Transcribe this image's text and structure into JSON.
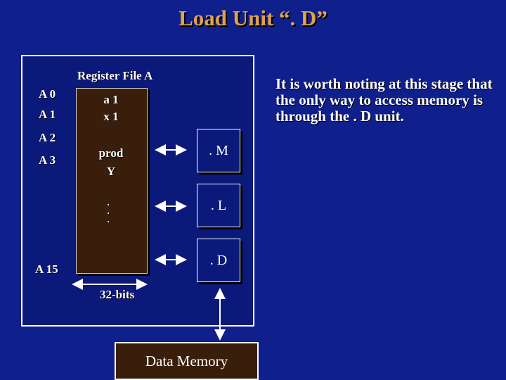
{
  "title": "Load Unit “. D”",
  "register_file": {
    "label": "Register File A",
    "rows": [
      "A 0",
      "A 1",
      "A 2",
      "A 3",
      "A 15"
    ],
    "cells": [
      "a 1",
      "x 1",
      "prod",
      "Y"
    ],
    "dots": "⋮"
  },
  "units": [
    ". M",
    ". L",
    ". D"
  ],
  "width_label": "32-bits",
  "memory_label": "Data Memory",
  "note": "It is worth noting at this stage that the only way to access memory is through the . D unit.",
  "colors": {
    "background": "#0f1f8c",
    "title": "#e0a24a",
    "regfile": "#3a1e0c"
  }
}
